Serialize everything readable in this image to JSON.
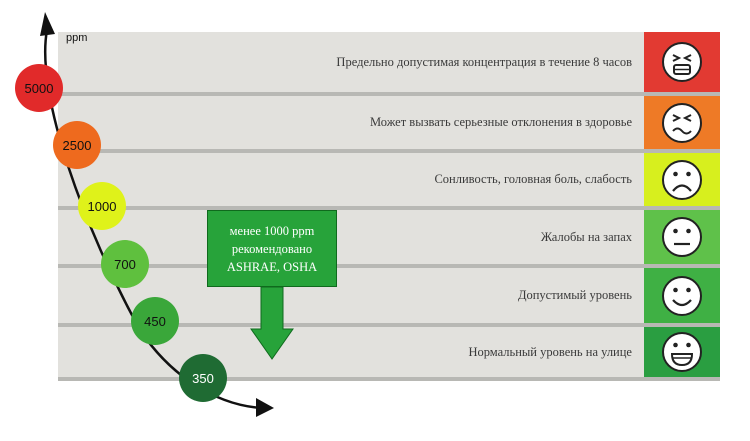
{
  "axis": {
    "unit": "ppm"
  },
  "levels": [
    {
      "value": "5000",
      "color": "#e12a2a",
      "text_color": "#111111"
    },
    {
      "value": "2500",
      "color": "#ee6a1e",
      "text_color": "#111111"
    },
    {
      "value": "1000",
      "color": "#dff21a",
      "text_color": "#111111"
    },
    {
      "value": "700",
      "color": "#5fc03e",
      "text_color": "#111111"
    },
    {
      "value": "450",
      "color": "#3aa73a",
      "text_color": "#111111"
    },
    {
      "value": "350",
      "color": "#1f6b33",
      "text_color": "#ffffff"
    }
  ],
  "bands": [
    {
      "label": "Предельно допустимая концентрация в течение 8 часов",
      "color": "#e23a32",
      "face": "crying-face-icon"
    },
    {
      "label": "Может вызвать серьезные отклонения в здоровье",
      "color": "#ee7a26",
      "face": "squinting-face-icon"
    },
    {
      "label": "Сонливость, головная боль, слабость",
      "color": "#d7ef1e",
      "face": "frowning-face-icon"
    },
    {
      "label": "Жалобы на запах",
      "color": "#5fc14a",
      "face": "neutral-face-icon"
    },
    {
      "label": "Допустимый уровень",
      "color": "#3fb044",
      "face": "smiling-face-icon"
    },
    {
      "label": "Нормальный уровень на улице",
      "color": "#2a9e41",
      "face": "grinning-face-icon"
    }
  ],
  "callout": {
    "line1": "менее 1000 ppm",
    "line2": "рекомендовано",
    "line3": "ASHRAE, OSHA",
    "color": "#27a33a"
  }
}
